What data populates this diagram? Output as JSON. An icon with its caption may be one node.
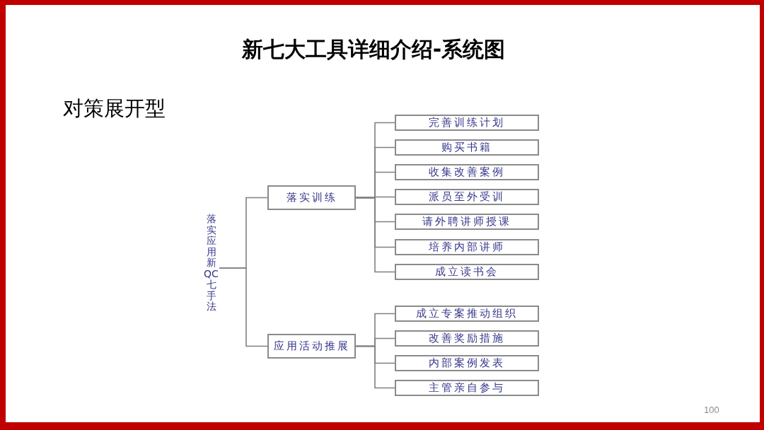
{
  "diagram": {
    "title": "新七大工具详细介绍-系统图",
    "nodes": [
      {
        "text": [
          "落实应用新QC七手法"
        ]
      },
      {
        "text": [
          "落实训练"
        ]
      },
      {
        "text": [
          "应用活动推展"
        ]
      },
      {
        "text": [
          "完善训练计划"
        ]
      },
      {
        "text": [
          "购买书籍"
        ]
      },
      {
        "text": [
          "收集改善案例"
        ]
      },
      {
        "text": [
          "派员至外受训"
        ]
      },
      {
        "text": [
          "请外聘讲师授课"
        ]
      },
      {
        "text": [
          "培养内部讲师"
        ]
      },
      {
        "text": [
          "成立读书会"
        ]
      },
      {
        "text": [
          "成立专案推动组织"
        ]
      },
      {
        "text": [
          "改善奖励措施"
        ]
      },
      {
        "text": [
          "内部案例发表"
        ]
      },
      {
        "text": [
          "主管亲自参与"
        ]
      }
    ],
    "edges": [
      {
        "from": 0,
        "to": 1,
        "arrow": "none"
      },
      {
        "from": 0,
        "to": 2,
        "arrow": "none"
      },
      {
        "from": 1,
        "to": 3,
        "arrow": "none"
      },
      {
        "from": 1,
        "to": 4,
        "arrow": "none"
      },
      {
        "from": 1,
        "to": 5,
        "arrow": "none"
      },
      {
        "from": 1,
        "to": 6,
        "arrow": "none"
      },
      {
        "from": 1,
        "to": 7,
        "arrow": "none"
      },
      {
        "from": 1,
        "to": 8,
        "arrow": "none"
      },
      {
        "from": 1,
        "to": 9,
        "arrow": "none"
      },
      {
        "from": 2,
        "to": 10,
        "arrow": "none"
      },
      {
        "from": 2,
        "to": 11,
        "arrow": "none"
      },
      {
        "from": 2,
        "to": 12,
        "arrow": "none"
      },
      {
        "from": 2,
        "to": 13,
        "arrow": "none"
      }
    ],
    "labels": [
      "对策展开型",
      "100"
    ]
  }
}
